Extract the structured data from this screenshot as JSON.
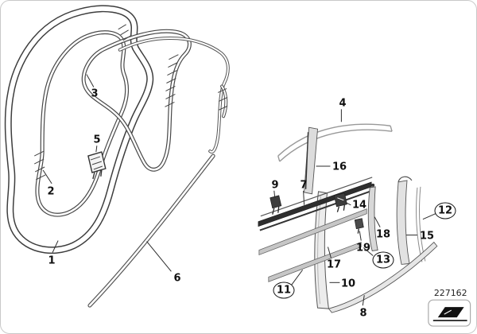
{
  "diagram": {
    "code": "227162",
    "kind": "exploded-parts-diagram",
    "subject": "door window seals and trims"
  },
  "labels": [
    {
      "text": "1",
      "circled": false
    },
    {
      "text": "2",
      "circled": false
    },
    {
      "text": "3",
      "circled": false
    },
    {
      "text": "4",
      "circled": false
    },
    {
      "text": "5",
      "circled": false
    },
    {
      "text": "6",
      "circled": false
    },
    {
      "text": "7",
      "circled": false
    },
    {
      "text": "8",
      "circled": false
    },
    {
      "text": "9",
      "circled": false
    },
    {
      "text": "10",
      "circled": false
    },
    {
      "text": "11",
      "circled": true
    },
    {
      "text": "12",
      "circled": true
    },
    {
      "text": "13",
      "circled": true
    },
    {
      "text": "14",
      "circled": false
    },
    {
      "text": "15",
      "circled": false
    },
    {
      "text": "16",
      "circled": false
    },
    {
      "text": "17",
      "circled": false
    },
    {
      "text": "18",
      "circled": false
    },
    {
      "text": "19",
      "circled": false
    }
  ],
  "icons": {
    "stamp": "viewing-direction-stamp-icon"
  }
}
